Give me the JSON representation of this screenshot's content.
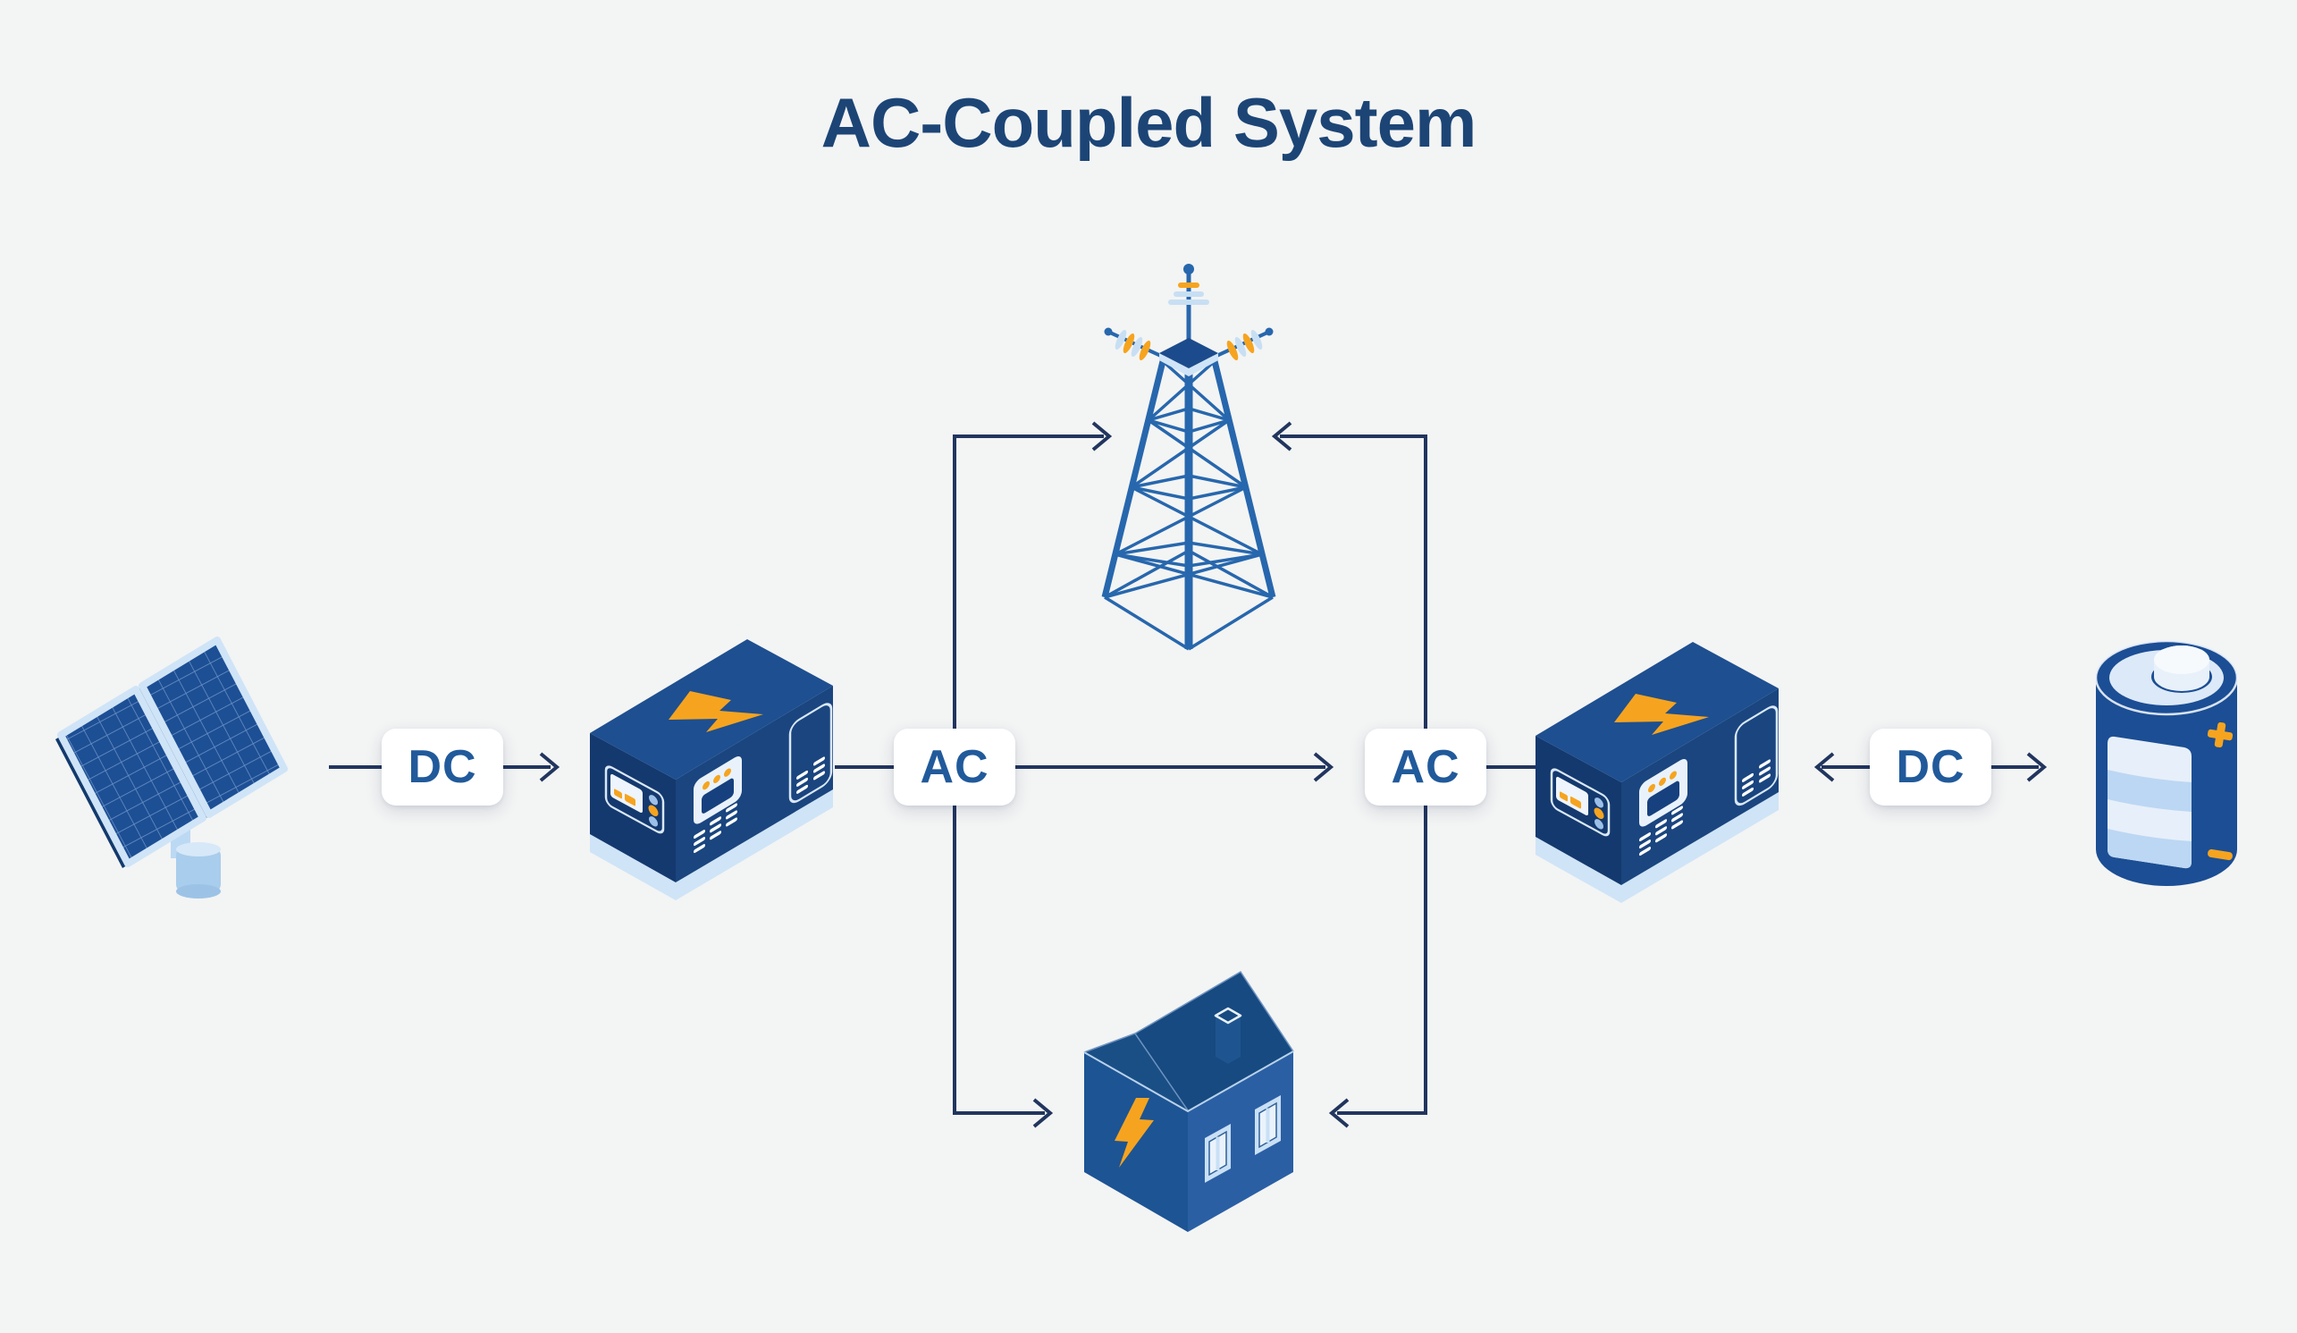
{
  "title": "AC-Coupled System",
  "badges": [
    {
      "id": "dc-solar",
      "label": "DC"
    },
    {
      "id": "ac-left",
      "label": "AC"
    },
    {
      "id": "ac-right",
      "label": "AC"
    },
    {
      "id": "dc-battery",
      "label": "DC"
    }
  ],
  "components": [
    {
      "id": "solar-panel",
      "name": "solar panel array"
    },
    {
      "id": "inverter-left",
      "name": "solar inverter"
    },
    {
      "id": "grid-tower",
      "name": "utility grid transmission tower"
    },
    {
      "id": "house",
      "name": "home load"
    },
    {
      "id": "inverter-right",
      "name": "battery inverter"
    },
    {
      "id": "battery",
      "name": "battery storage"
    }
  ],
  "connections": [
    {
      "from": "solar-panel",
      "to": "inverter-left",
      "label": "DC",
      "direction": "right"
    },
    {
      "from": "inverter-left",
      "to": "ac-junction-left",
      "label": "AC",
      "direction": "right"
    },
    {
      "from": "ac-junction-left",
      "to": "grid-tower",
      "direction": "up-right-arrow"
    },
    {
      "from": "ac-junction-left",
      "to": "house",
      "direction": "down-right-arrow"
    },
    {
      "from": "ac-junction-left",
      "to": "ac-junction-right",
      "label": "AC",
      "direction": "right"
    },
    {
      "from": "ac-junction-right",
      "to": "grid-tower",
      "direction": "up-left-arrow"
    },
    {
      "from": "ac-junction-right",
      "to": "house",
      "direction": "down-left-arrow"
    },
    {
      "from": "battery",
      "to": "inverter-right",
      "label": "DC",
      "direction": "both"
    }
  ],
  "colors": {
    "background": "#f3f4f4",
    "connector_navy": "#21355e",
    "title_text": "#1c4576",
    "badge_text": "#215a9b",
    "badge_background": "#ffffff",
    "primary_blue": "#1d4f95",
    "dark_blue": "#14396e",
    "top_blue": "#1e4f90",
    "tower_blue": "#2767ad",
    "light_blue": "#cfe4f7",
    "pale_blue": "#e9f2fb",
    "orange": "#f6a41f"
  }
}
